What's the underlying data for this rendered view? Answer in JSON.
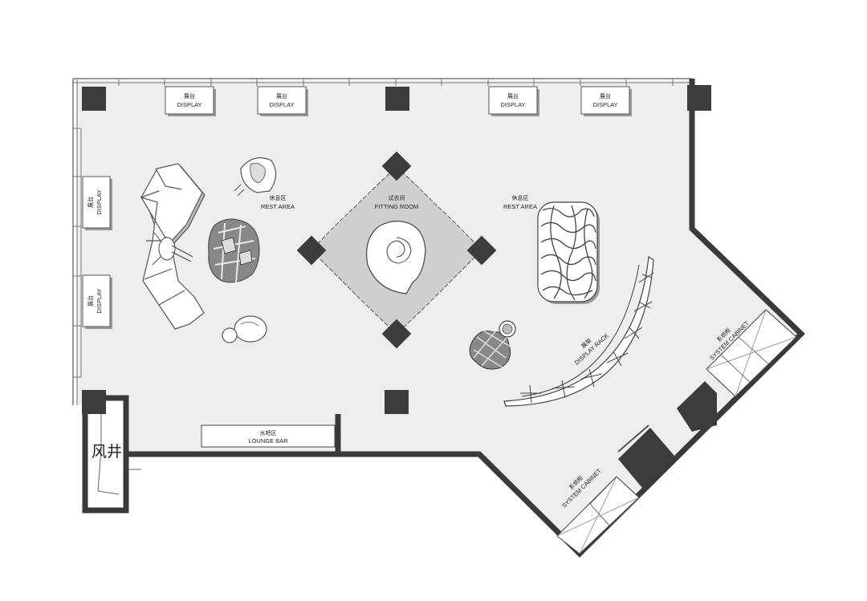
{
  "displays_top": [
    {
      "cn": "展台",
      "en": "DISPLAY"
    },
    {
      "cn": "展台",
      "en": "DISPLAY"
    },
    {
      "cn": "展台",
      "en": "DISPLAY"
    },
    {
      "cn": "展台",
      "en": "DISPLAY"
    }
  ],
  "displays_left": [
    {
      "cn": "展台",
      "en": "DISPLAY"
    },
    {
      "cn": "展台",
      "en": "DISPLAY"
    }
  ],
  "rest_area_left": {
    "cn": "休息区",
    "en": "REST AREA"
  },
  "rest_area_right": {
    "cn": "休息区",
    "en": "REST AREA"
  },
  "fitting_room": {
    "cn": "试衣间",
    "en": "FITTING ROOM"
  },
  "display_rack": {
    "cn": "展架",
    "en": "DISPLAY RACK"
  },
  "lounge_bar": {
    "cn": "水吧区",
    "en": "LOUNGE BAR"
  },
  "cabinet_upper": {
    "cn": "系统柜",
    "en": "SYSTEM CABINET"
  },
  "cabinet_lower": {
    "cn": "系统柜",
    "en": "SYSTEM CABINET"
  },
  "air_shaft": "风井",
  "colors": {
    "floor": "#eeeeee",
    "wall": "#3a3a3a",
    "column": "#3c3c3c",
    "fitting": "#cfcfcf"
  }
}
